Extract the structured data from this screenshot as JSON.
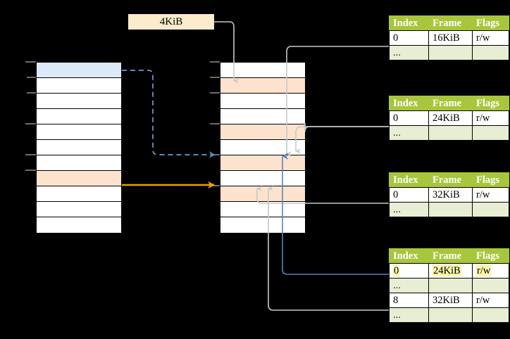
{
  "diagram": {
    "title": "page-table-walk",
    "colors": {
      "header_green": "#a8c63c",
      "ellipsis_row": "#e7eed3",
      "highlight_yellow": "#fcf5a8",
      "peach": "#fde3cd",
      "blue_cell": "#dce9f9",
      "orange_arrow": "#e8a200",
      "blue_arrow": "#5b83c0",
      "gray_wire": "#bdbdbd"
    },
    "offset_label": {
      "text": "4KiB"
    },
    "left_column": {
      "name": "virtual-address-space",
      "rows": [
        {
          "fill": "blue"
        },
        {
          "fill": "white"
        },
        {
          "fill": "white"
        },
        {
          "fill": "white"
        },
        {
          "fill": "white"
        },
        {
          "fill": "white"
        },
        {
          "fill": "white"
        },
        {
          "fill": "peach"
        },
        {
          "fill": "white"
        },
        {
          "fill": "white"
        },
        {
          "fill": "white"
        }
      ]
    },
    "middle_column": {
      "name": "physical-memory",
      "rows": [
        {
          "fill": "white"
        },
        {
          "fill": "peach"
        },
        {
          "fill": "white"
        },
        {
          "fill": "white"
        },
        {
          "fill": "peach"
        },
        {
          "fill": "white"
        },
        {
          "fill": "peach"
        },
        {
          "fill": "white"
        },
        {
          "fill": "peach"
        },
        {
          "fill": "white"
        },
        {
          "fill": "white"
        }
      ]
    },
    "tables": [
      {
        "name": "page-table-level-1",
        "headers": [
          "Index",
          "Frame",
          "Flags"
        ],
        "rows": [
          {
            "type": "data",
            "cells": [
              "0",
              "16KiB",
              "r/w"
            ],
            "highlight": []
          },
          {
            "type": "ellipsis",
            "cells": [
              "...",
              "",
              ""
            ],
            "highlight": []
          }
        ]
      },
      {
        "name": "page-table-level-2",
        "headers": [
          "Index",
          "Frame",
          "Flags"
        ],
        "rows": [
          {
            "type": "data",
            "cells": [
              "0",
              "24KiB",
              "r/w"
            ],
            "highlight": []
          },
          {
            "type": "ellipsis",
            "cells": [
              "...",
              "",
              ""
            ],
            "highlight": []
          }
        ]
      },
      {
        "name": "page-table-level-3",
        "headers": [
          "Index",
          "Frame",
          "Flags"
        ],
        "rows": [
          {
            "type": "data",
            "cells": [
              "0",
              "32KiB",
              "r/w"
            ],
            "highlight": []
          },
          {
            "type": "ellipsis",
            "cells": [
              "...",
              "",
              ""
            ],
            "highlight": []
          }
        ]
      },
      {
        "name": "page-table-level-4",
        "headers": [
          "Index",
          "Frame",
          "Flags"
        ],
        "rows": [
          {
            "type": "data",
            "cells": [
              "0",
              "24KiB",
              "r/w"
            ],
            "highlight": [
              0,
              1,
              2
            ]
          },
          {
            "type": "ellipsis",
            "cells": [
              "...",
              "",
              ""
            ],
            "highlight": []
          },
          {
            "type": "data",
            "cells": [
              "8",
              "32KiB",
              "r/w"
            ],
            "highlight": []
          },
          {
            "type": "ellipsis",
            "cells": [
              "...",
              "",
              ""
            ],
            "highlight": []
          }
        ]
      }
    ]
  }
}
